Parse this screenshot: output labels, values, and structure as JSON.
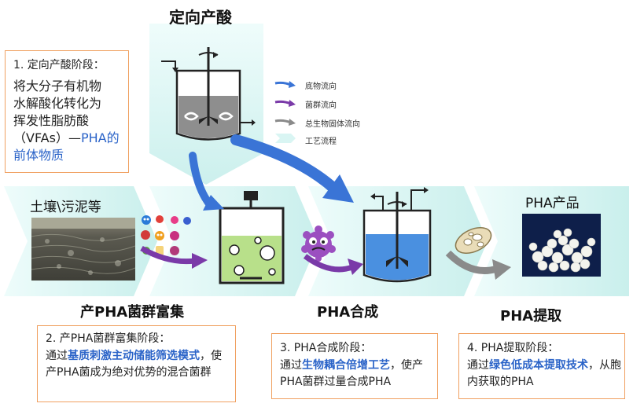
{
  "titles": {
    "top": "定向产酸",
    "left_label": "土壤\\污泥等",
    "stage2": "产PHA菌群富集",
    "stage3": "PHA合成",
    "stage4": "PHA提取",
    "product": "PHA产品"
  },
  "legend": [
    {
      "label": "底物流向",
      "color": "#3a74d6"
    },
    {
      "label": "菌群流向",
      "color": "#7a3aa8"
    },
    {
      "label": "总生物固体流向",
      "color": "#8a8a8a"
    },
    {
      "label": "工艺流程",
      "color": "#d9f5f3"
    }
  ],
  "box1": {
    "heading": "1.  定向产酸阶段：",
    "line1": "将大分子有机物",
    "line2": "水解酸化转化为",
    "line3": "挥发性脂肪酸",
    "line4_plain": "（VFAs）—",
    "line4_hl": "PHA的",
    "line5_hl": "前体物质"
  },
  "box2": {
    "heading": "2.  产PHA菌群富集阶段：",
    "pre": "通过",
    "hl": "基质刺激主动储能筛选模式",
    "post": "，使产PHA菌成为绝对优势的混合菌群"
  },
  "box3": {
    "heading": "3.  PHA合成阶段：",
    "pre": "通过",
    "hl": "生物耦合倍增工艺",
    "post": "，使产PHA菌群过量合成PHA"
  },
  "box4": {
    "heading": "4.  PHA提取阶段：",
    "pre": "通过",
    "hl": "绿色低成本提取技术",
    "post": "，从胞内获取的PHA"
  }
}
